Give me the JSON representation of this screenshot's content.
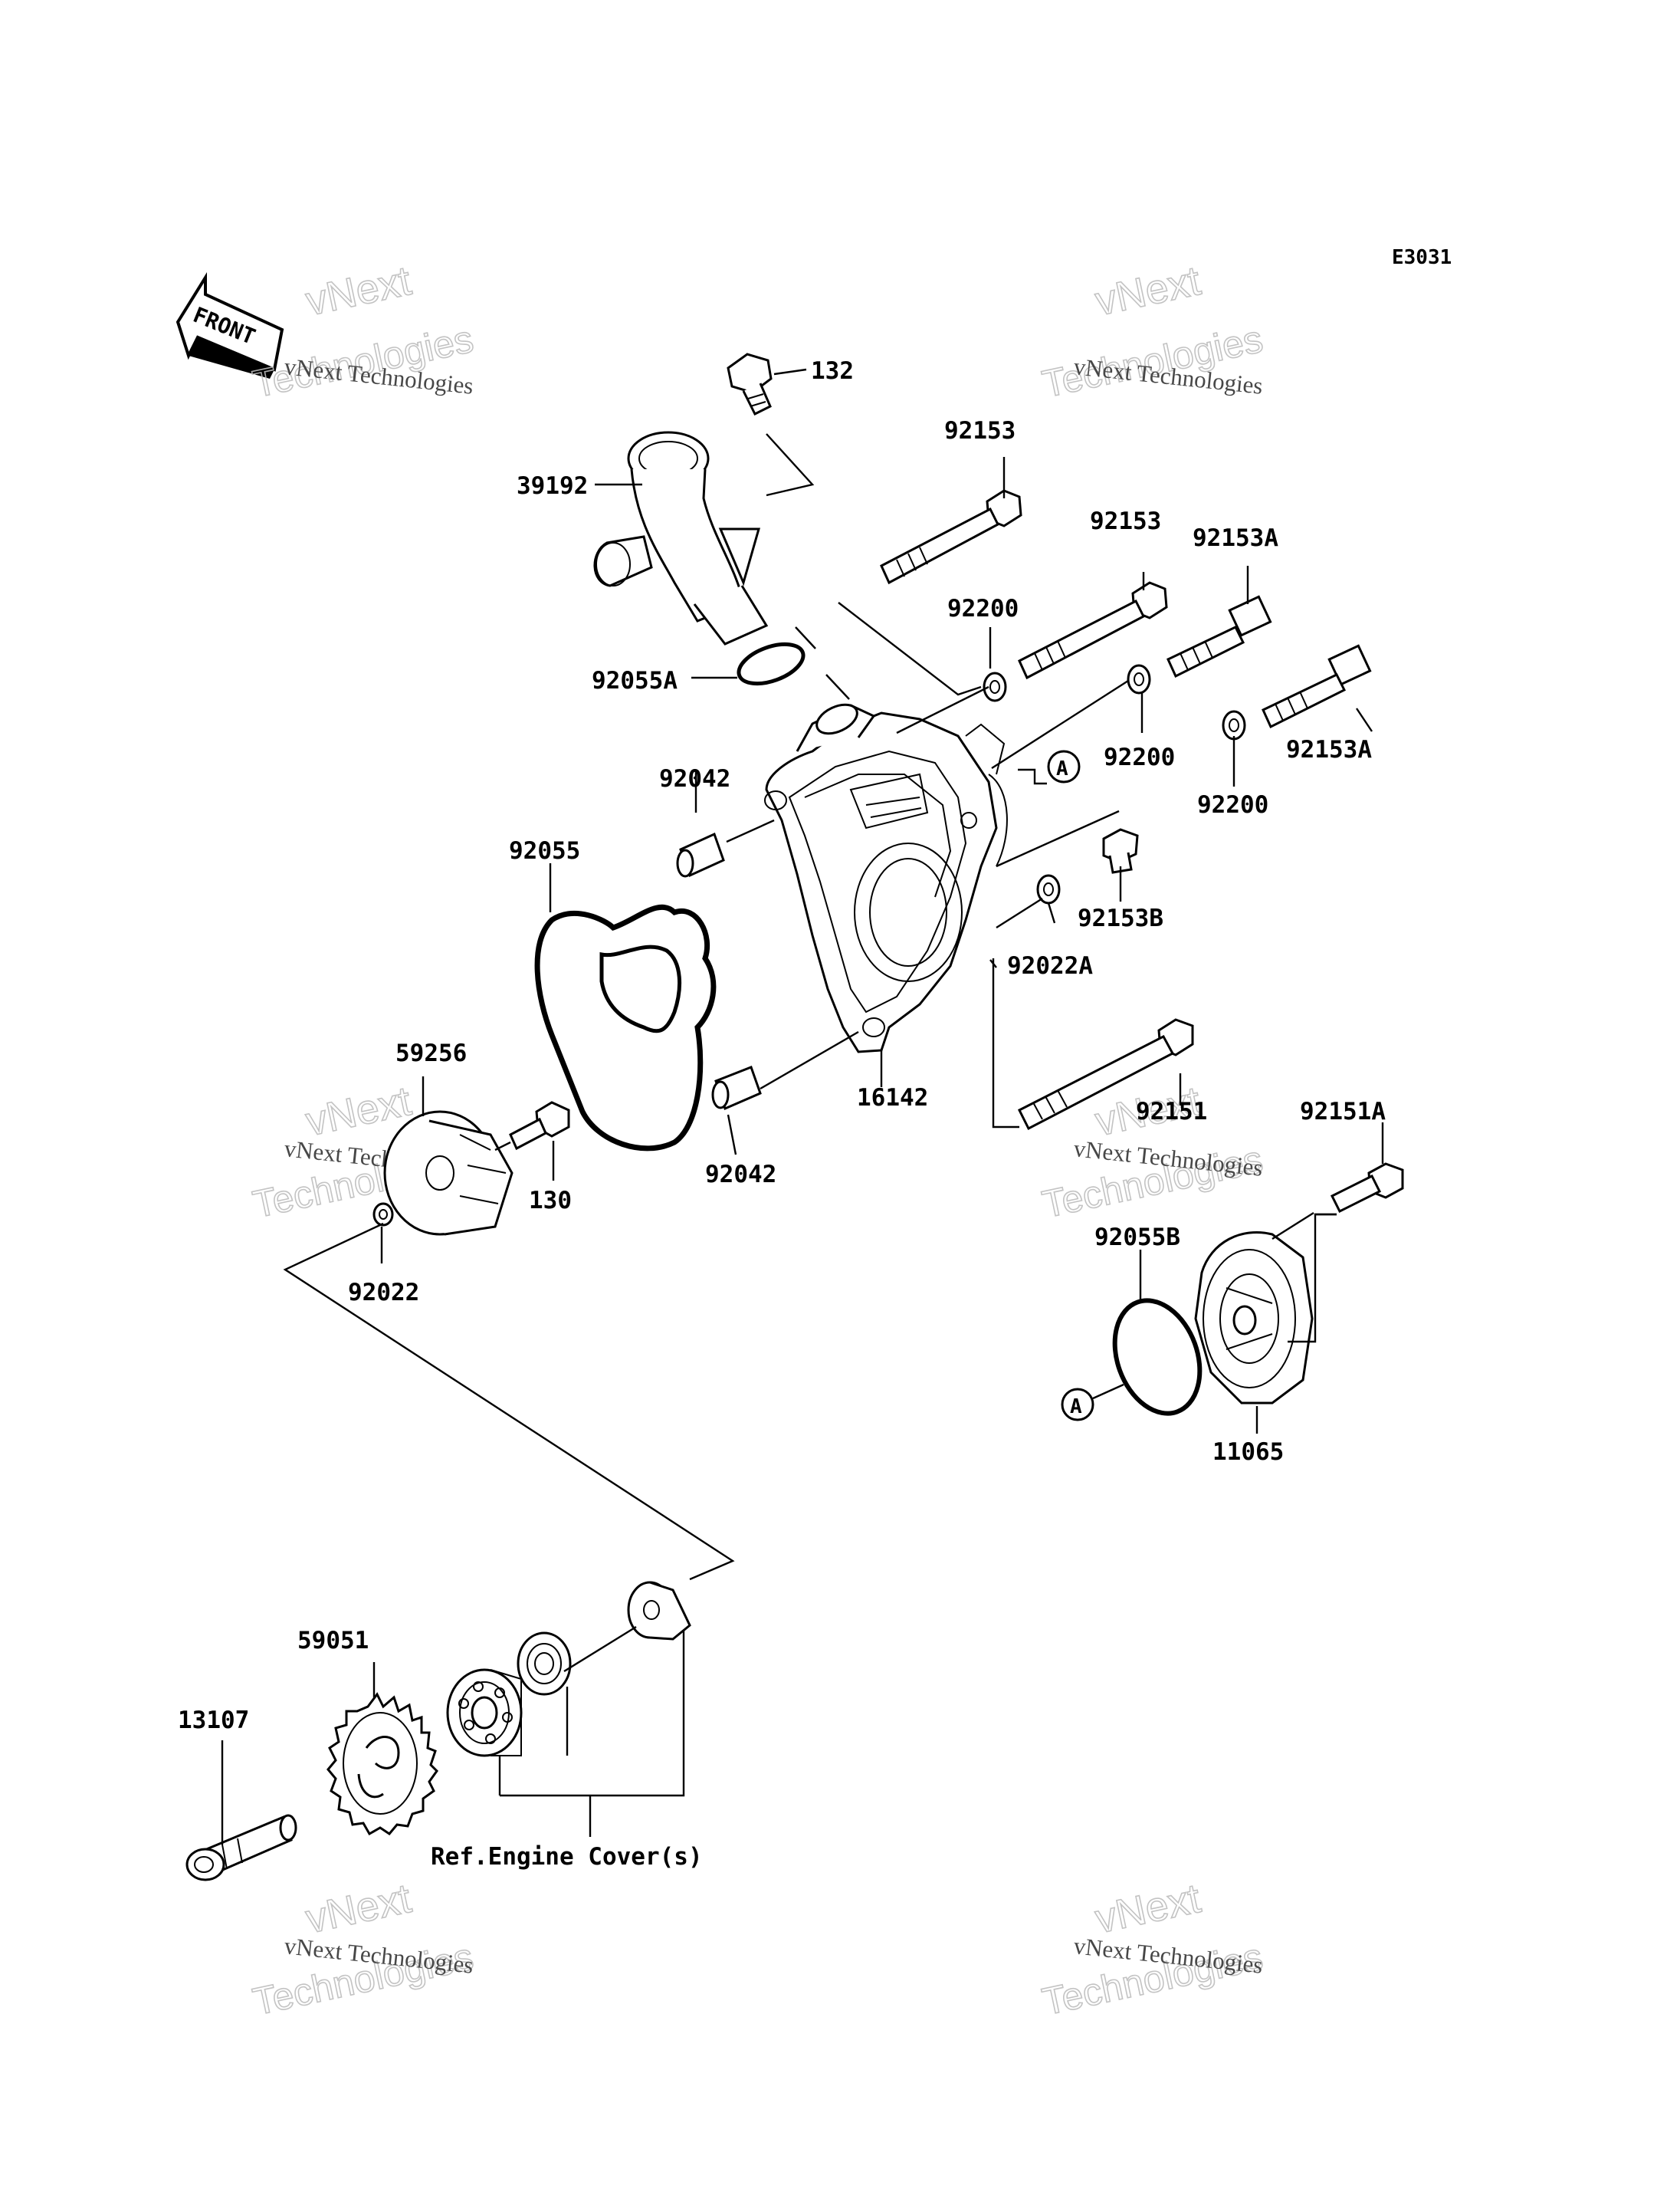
{
  "diagram_code": "E3031",
  "front_label": "FRONT",
  "watermark": {
    "line1": "vNext Technologies",
    "line2": "vNext",
    "line3": "Technologies"
  },
  "reference_note": "Ref.Engine Cover(s)",
  "callout_letter": "A",
  "parts": [
    {
      "id": "p132",
      "label": "132"
    },
    {
      "id": "p39192",
      "label": "39192"
    },
    {
      "id": "p92153a",
      "label": "92153"
    },
    {
      "id": "p92153b",
      "label": "92153"
    },
    {
      "id": "p92153A1",
      "label": "92153A"
    },
    {
      "id": "p92200a",
      "label": "92200"
    },
    {
      "id": "p92055A",
      "label": "92055A"
    },
    {
      "id": "p92200b",
      "label": "92200"
    },
    {
      "id": "p92153A2",
      "label": "92153A"
    },
    {
      "id": "p92042a",
      "label": "92042"
    },
    {
      "id": "p92200c",
      "label": "92200"
    },
    {
      "id": "p92055",
      "label": "92055"
    },
    {
      "id": "p92153B",
      "label": "92153B"
    },
    {
      "id": "p92022A",
      "label": "92022A"
    },
    {
      "id": "p59256",
      "label": "59256"
    },
    {
      "id": "p16142",
      "label": "16142"
    },
    {
      "id": "p92151",
      "label": "92151"
    },
    {
      "id": "p92151A",
      "label": "92151A"
    },
    {
      "id": "p130",
      "label": "130"
    },
    {
      "id": "p92042b",
      "label": "92042"
    },
    {
      "id": "p92055B",
      "label": "92055B"
    },
    {
      "id": "p92022",
      "label": "92022"
    },
    {
      "id": "p11065",
      "label": "11065"
    },
    {
      "id": "p59051",
      "label": "59051"
    },
    {
      "id": "p13107",
      "label": "13107"
    }
  ]
}
